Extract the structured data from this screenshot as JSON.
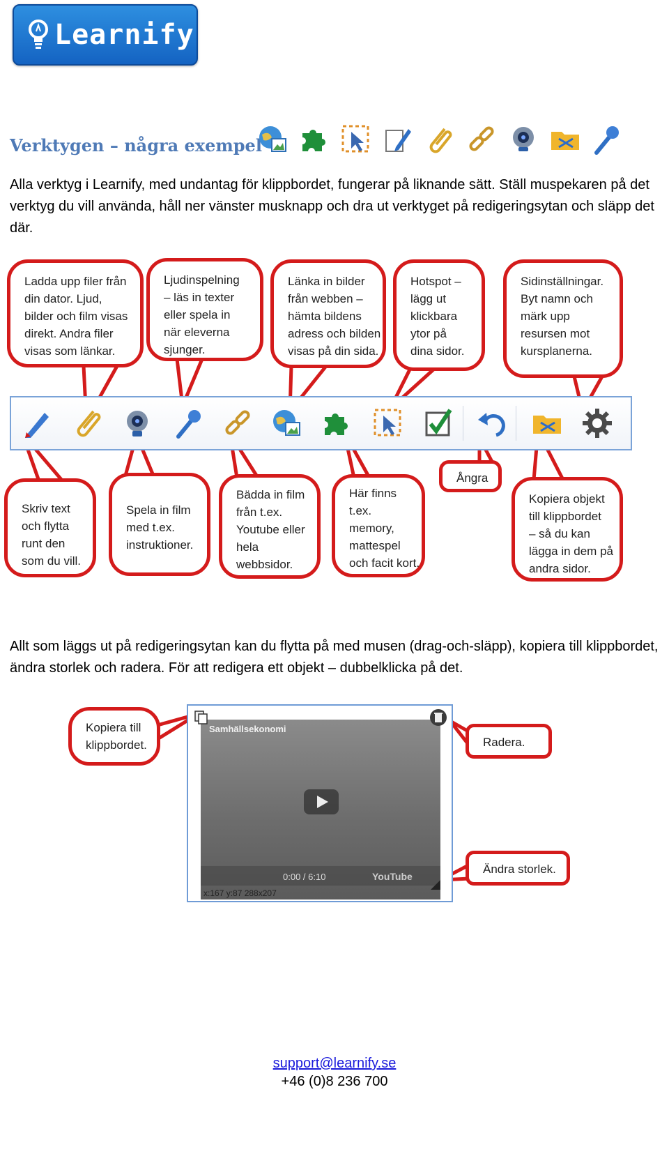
{
  "logo": {
    "text": "Learnify"
  },
  "heading": "Verktygen – några exempel",
  "intro": "Alla verktyg i Learnify, med undantag för klippbordet, fungerar på liknande sätt. Ställ muspekaren på det verktyg du vill använda, håll ner vänster musknapp och dra ut verktyget på redigeringsytan och släpp det där.",
  "top_icons": [
    "globe-image-icon",
    "puzzle-icon",
    "select-area-icon",
    "pen-icon",
    "paperclip-icon",
    "link-chain-icon",
    "webcam-icon",
    "folder-scissors-icon",
    "microphone-icon"
  ],
  "top_callouts": [
    {
      "text": "Ladda upp filer från\ndin dator. Ljud,\nbilder och film visas\ndirekt. Andra filer\nvisas som länkar."
    },
    {
      "text": "Ljudinspelning\n– läs in texter\neller spela in\nnär eleverna\nsjunger."
    },
    {
      "text": "Länka in bilder\nfrån webben –\nhämta bildens\nadress och bilden\nvisas på din sida."
    },
    {
      "text": "Hotspot –\nlägg ut\nklickbara\nytor på\ndina sidor."
    },
    {
      "text": "Sidinställningar.\nByt namn och\nmärk upp\nresursen mot\nkursplanerna."
    }
  ],
  "toolbar_icons": [
    "pen-icon",
    "paperclip-icon",
    "webcam-icon",
    "microphone-icon",
    "link-chain-icon",
    "globe-image-icon",
    "puzzle-icon",
    "select-area-icon",
    "checkbox-icon",
    "undo-icon",
    "folder-scissors-icon",
    "gear-icon"
  ],
  "bottom_callouts": [
    {
      "text": "Skriv text\noch flytta\nrunt den\nsom du vill."
    },
    {
      "text": "Spela in film\nmed t.ex.\ninstruktioner."
    },
    {
      "text": "Bädda in film\nfrån t.ex.\nYoutube eller\nhela\nwebbsidor."
    },
    {
      "text": "Här finns t.ex.\nmemory,\nmattespel\noch facit kort."
    },
    {
      "text": "Ångra"
    },
    {
      "text": "Kopiera objekt\ntill klippbordet\n– så du kan\nlägga in dem på\nandra sidor."
    }
  ],
  "drag_paragraph": "Allt som läggs ut på redigeringsytan kan du flytta på med musen (drag-och-släpp), kopiera till klippbordet, ändra storlek och radera. För att redigera ett objekt – dubbelklicka på det.",
  "video": {
    "title": "Samhällsekonomi",
    "time": "0:00 / 6:10",
    "brand": "YouTube",
    "coords": "x:167 y:87 288x207"
  },
  "video_callouts": {
    "copy": "Kopiera till\nklippbordet.",
    "delete": "Radera.",
    "resize": "Ändra storlek."
  },
  "footer": {
    "email": "support@learnify.se",
    "phone": "+46 (0)8 236 700"
  },
  "colors": {
    "callout_border": "#d41b1b",
    "heading": "#4f7ab6",
    "logo_blue": "#1e7ad6"
  }
}
